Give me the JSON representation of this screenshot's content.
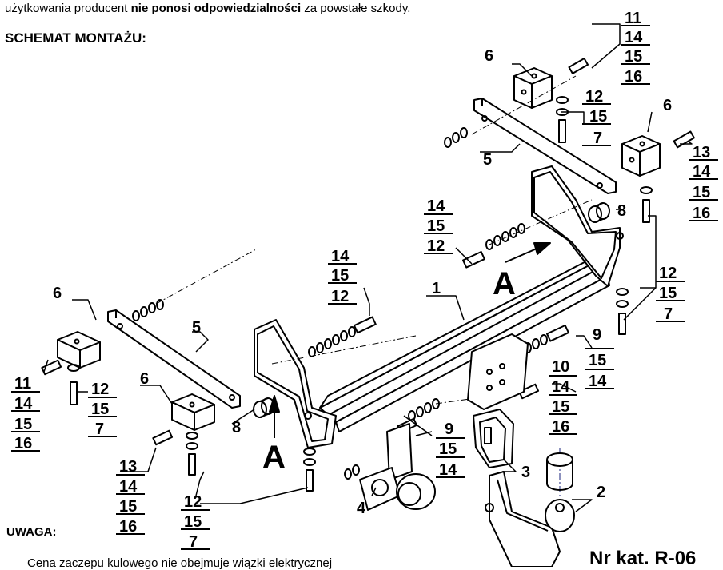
{
  "header": {
    "line_part1": "użytkowania producent ",
    "line_bold": "nie ponosi odpowiedzialności",
    "line_part2": " za powstałe szkody.",
    "schema_title": "SCHEMAT MONTAŻU:"
  },
  "note": {
    "title": "UWAGA:",
    "text": "Cena zaczepu kulowego nie obejmuje wiązki elektrycznej"
  },
  "catalog": "Nr kat. R-06",
  "view_marker": "A",
  "labels": {
    "p1": "1",
    "p2": "2",
    "p3": "3",
    "p4": "4",
    "p5": "5",
    "p6": "6",
    "p7": "7",
    "p8": "8",
    "p9": "9",
    "p10": "10",
    "p11": "11",
    "p12": "12",
    "p13": "13",
    "p14": "14",
    "p15": "15",
    "p16": "16"
  }
}
